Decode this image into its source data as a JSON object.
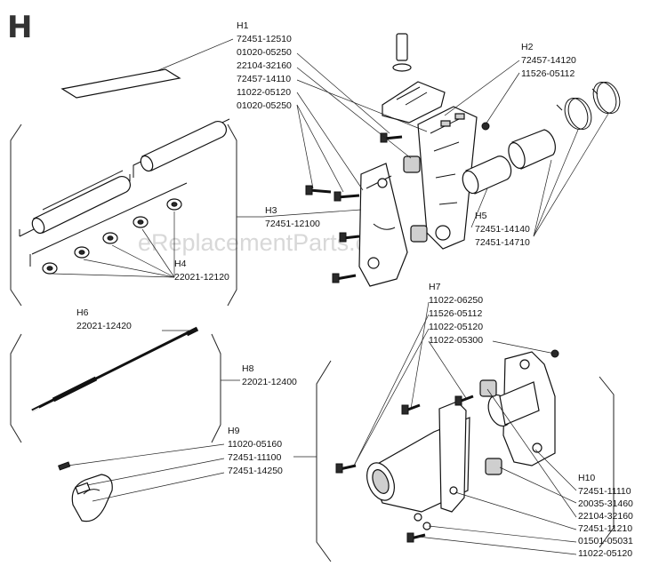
{
  "section_letter": "H",
  "watermark": "eReplacementParts.com",
  "groups": {
    "h1": {
      "key": "H1",
      "parts": [
        "72451-12510",
        "01020-05250",
        "22104-32160",
        "72457-14110",
        "11022-05120",
        "01020-05250"
      ]
    },
    "h2": {
      "key": "H2",
      "parts": [
        "72457-14120",
        "11526-05112"
      ]
    },
    "h3": {
      "key": "H3",
      "parts": [
        "72451-12100"
      ]
    },
    "h4": {
      "key": "H4",
      "parts": [
        "22021-12120"
      ]
    },
    "h5": {
      "key": "H5",
      "parts": [
        "72451-14140",
        "72451-14710"
      ]
    },
    "h6": {
      "key": "H6",
      "parts": [
        "22021-12420"
      ]
    },
    "h7": {
      "key": "H7",
      "parts": [
        "11022-06250",
        "11526-05112",
        "11022-05120",
        "11022-05300"
      ]
    },
    "h8": {
      "key": "H8",
      "parts": [
        "22021-12400"
      ]
    },
    "h9": {
      "key": "H9",
      "parts": [
        "11020-05160",
        "72451-11100",
        "72451-14250"
      ]
    },
    "h10": {
      "key": "H10",
      "parts": [
        "72451-11110",
        "20035-31460",
        "22104-32160",
        "72451-11210",
        "01501-05031",
        "11022-05120"
      ]
    }
  }
}
